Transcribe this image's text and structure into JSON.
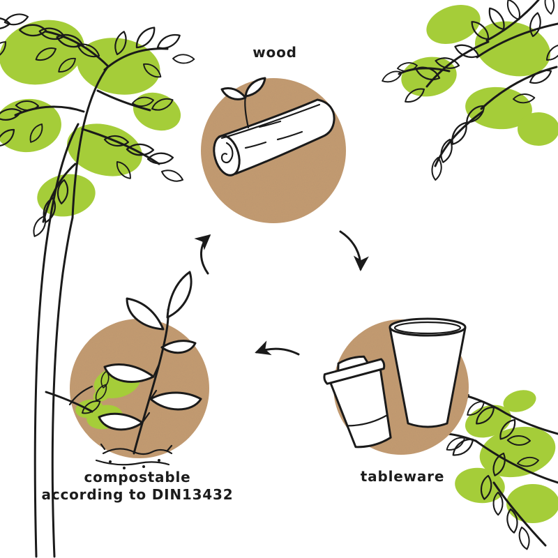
{
  "diagram": {
    "nodes": [
      {
        "id": "wood",
        "label": "wood",
        "icon": "log-with-sprout-icon"
      },
      {
        "id": "tableware",
        "label": "tableware",
        "icon": "paper-cups-icon"
      },
      {
        "id": "compostable",
        "label_line1": "compostable",
        "label_line2": "according to DIN13432",
        "icon": "seedling-icon"
      }
    ],
    "arrows": [
      {
        "from": "wood",
        "to": "tableware"
      },
      {
        "from": "tableware",
        "to": "compostable"
      },
      {
        "from": "compostable",
        "to": "wood"
      }
    ]
  },
  "colors": {
    "leaf_green": "#a5cd39",
    "kraft_brown": "#c49b70",
    "line_black": "#1a1a1a",
    "background": "#ffffff"
  }
}
